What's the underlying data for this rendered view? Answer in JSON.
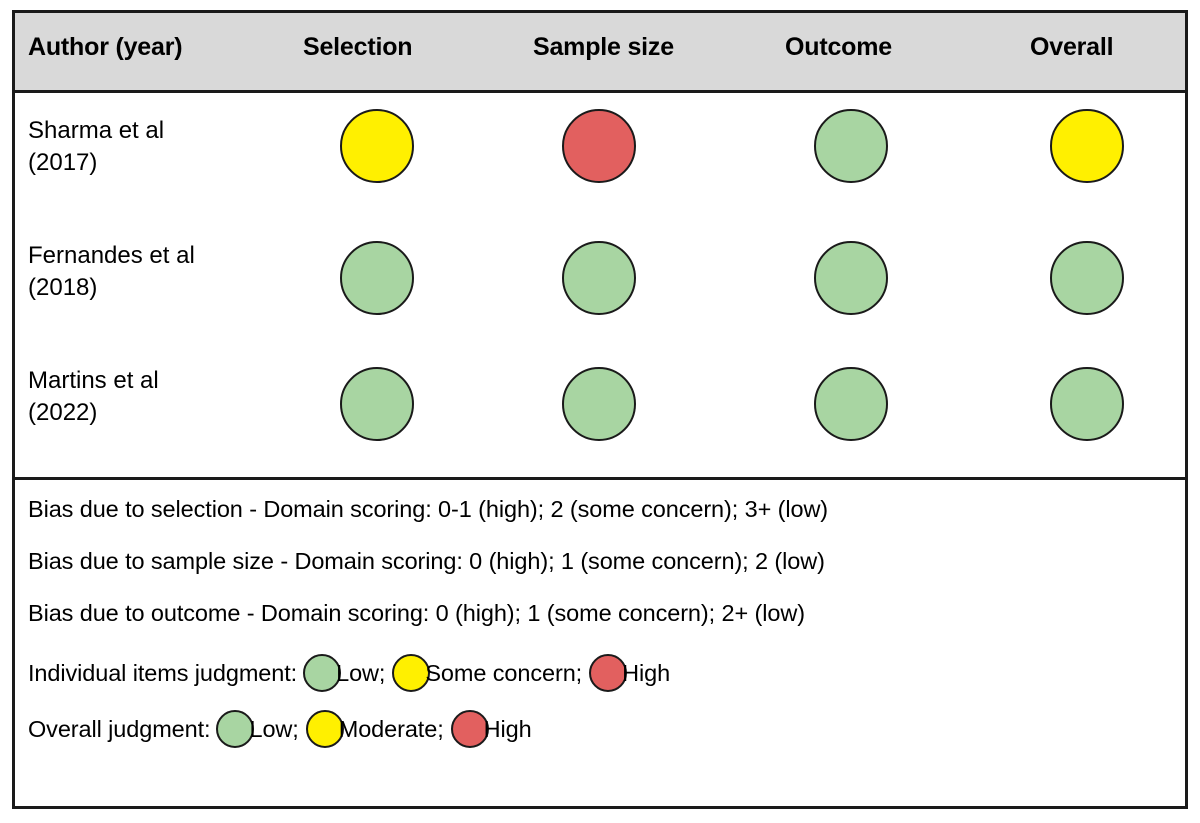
{
  "figure": {
    "type": "risk-of-bias-summary-table",
    "colors": {
      "low": "#A8D5A2",
      "some_concern": "#FFF000",
      "high": "#E2605F",
      "header_background": "#D9D9D9",
      "border": "#1A1A1A"
    }
  },
  "table": {
    "columns": [
      {
        "key": "author",
        "label": "Author (year)"
      },
      {
        "key": "selection",
        "label": "Selection"
      },
      {
        "key": "sample_size",
        "label": "Sample size"
      },
      {
        "key": "outcome",
        "label": "Outcome"
      },
      {
        "key": "overall",
        "label": "Overall"
      }
    ],
    "rows": [
      {
        "author": "Sharma et al\n(2017)",
        "selection": "some_concern",
        "sample_size": "high",
        "outcome": "low",
        "overall": "some_concern"
      },
      {
        "author": "Fernandes et al\n(2018)",
        "selection": "low",
        "sample_size": "low",
        "outcome": "low",
        "overall": "low"
      },
      {
        "author": "Martins et al\n(2022)",
        "selection": "low",
        "sample_size": "low",
        "outcome": "low",
        "overall": "low"
      }
    ]
  },
  "legend": {
    "scoring_notes": [
      "Bias due to selection - Domain scoring:  0-1 (high); 2 (some concern); 3+ (low)",
      "Bias due to sample size - Domain scoring: 0 (high); 1 (some concern); 2 (low)",
      "Bias due to outcome - Domain scoring: 0 (high); 1 (some concern); 2+ (low)"
    ],
    "individual": {
      "lead": "Individual items judgment:",
      "items": [
        {
          "color": "low",
          "label": "Low;"
        },
        {
          "color": "some_concern",
          "label": "Some concern;"
        },
        {
          "color": "high",
          "label": "High"
        }
      ]
    },
    "overall": {
      "lead": "Overall judgment:",
      "items": [
        {
          "color": "low",
          "label": "Low;"
        },
        {
          "color": "some_concern",
          "label": "Moderate;"
        },
        {
          "color": "high",
          "label": "High"
        }
      ]
    }
  }
}
